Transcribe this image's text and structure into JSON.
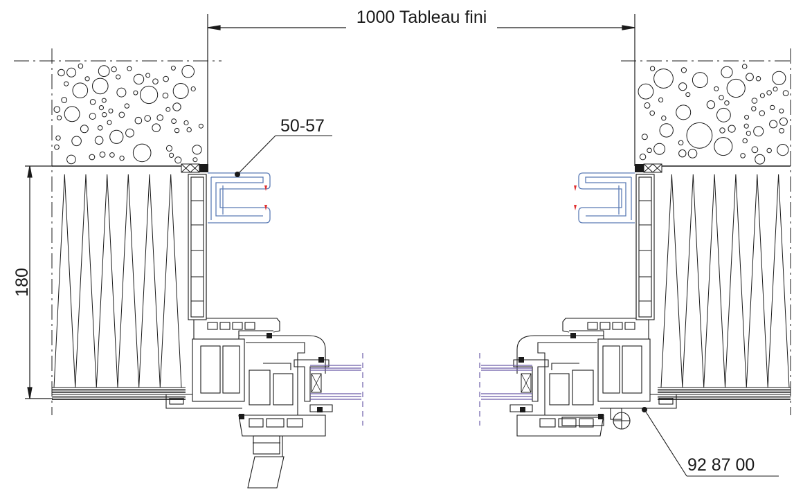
{
  "dimensions": {
    "width_label": "1000 Tableau fini",
    "height_label": "180"
  },
  "callouts": {
    "top_ref": "50-57",
    "bottom_ref": "92 87 00"
  },
  "colors": {
    "line": "#1a1a1a",
    "profile_blue": "#5b7bb5",
    "glass_purple": "#6a5aa8",
    "accent_red": "#e03030"
  }
}
